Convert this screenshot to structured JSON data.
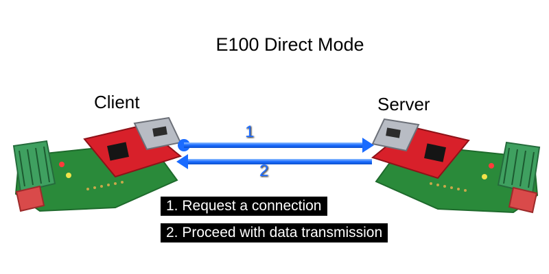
{
  "title": "E100 Direct Mode",
  "nodes": {
    "client": "Client",
    "server": "Server"
  },
  "arrows": {
    "request_number": "1",
    "data_number": "2"
  },
  "legend": [
    "1. Request a connection",
    "2. Proceed with data transmission"
  ],
  "colors": {
    "arrow": "#1a6bff",
    "pcb_red": "#d8202a",
    "pcb_green": "#2a8a3a",
    "terminal_green": "#3fa060",
    "jack_silver": "#b8bcc4",
    "legend_text": "#ffffff",
    "legend_bg": "#000000"
  },
  "icons": [
    "client-board-icon",
    "server-board-icon",
    "arrow-right-icon",
    "arrow-left-icon"
  ]
}
